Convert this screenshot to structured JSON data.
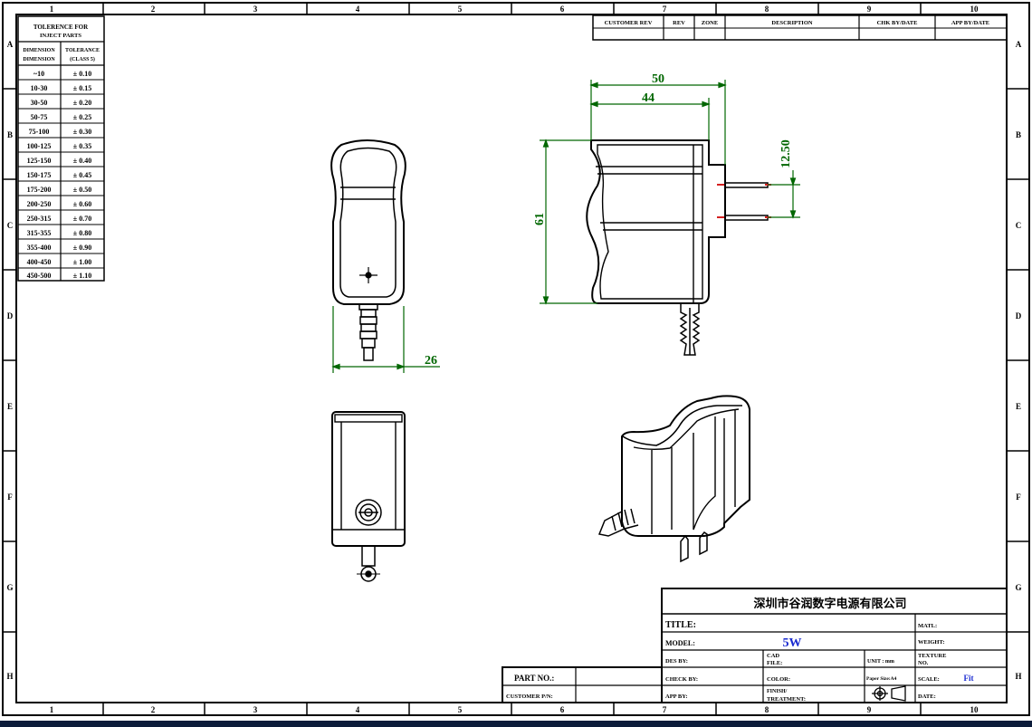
{
  "grid": {
    "columns": [
      "1",
      "2",
      "3",
      "4",
      "5",
      "6",
      "7",
      "8",
      "9",
      "10"
    ],
    "rows": [
      "A",
      "B",
      "C",
      "D",
      "E",
      "F",
      "G",
      "H"
    ]
  },
  "tolerance_table": {
    "title_line1": "TOLERENCE FOR",
    "title_line2": "INJECT PARTS",
    "header_dim_line1": "DIMENSION",
    "header_dim_line2": "DIMENSION",
    "header_tol_line1": "TOLERANCE",
    "header_tol_line2": "(CLASS 5)",
    "rows": [
      {
        "range": "~10",
        "tol": "± 0.10"
      },
      {
        "range": "10-30",
        "tol": "± 0.15"
      },
      {
        "range": "30-50",
        "tol": "± 0.20"
      },
      {
        "range": "50-75",
        "tol": "± 0.25"
      },
      {
        "range": "75-100",
        "tol": "± 0.30"
      },
      {
        "range": "100-125",
        "tol": "± 0.35"
      },
      {
        "range": "125-150",
        "tol": "± 0.40"
      },
      {
        "range": "150-175",
        "tol": "± 0.45"
      },
      {
        "range": "175-200",
        "tol": "± 0.50"
      },
      {
        "range": "200-250",
        "tol": "± 0.60"
      },
      {
        "range": "250-315",
        "tol": "± 0.70"
      },
      {
        "range": "315-355",
        "tol": "± 0.80"
      },
      {
        "range": "355-400",
        "tol": "± 0.90"
      },
      {
        "range": "400-450",
        "tol": "± 1.00"
      },
      {
        "range": "450-500",
        "tol": "± 1.10"
      }
    ]
  },
  "revision_block": {
    "customer_rev": "CUSTOMER REV",
    "rev": "REV",
    "zone": "ZONE",
    "description": "DESCRIPTION",
    "chk_by_date": "CHK BY/DATE",
    "app_by_date": "APP BY/DATE"
  },
  "dimensions": {
    "front_width": "26",
    "side_overall_width": "50",
    "side_body_width": "44",
    "side_height": "61",
    "pin_spacing": "12.50"
  },
  "title_block": {
    "company": "深圳市谷润数字电源有限公司",
    "title_label": "TITLE:",
    "title_value": "",
    "matl_label": "MATL:",
    "model_label": "MODEL:",
    "model_value": "5W",
    "weight_label": "WEIGHT:",
    "des_by_label": "DES BY:",
    "cad_file_label_line1": "CAD",
    "cad_file_label_line2": "FILE:",
    "unit_label": "UNIT : mm",
    "texture_no_line1": "TEXTURE",
    "texture_no_line2": "NO.",
    "part_no_label": "PART NO.:",
    "check_by_label": "CHECK BY:",
    "color_label": "COLOR:",
    "paper_size_label": "Paper Size:A4",
    "scale_label": "SCALE:",
    "scale_value": "Fit",
    "customer_pn_label": "CUSTOMER P/N:",
    "app_by_label": "APP BY:",
    "finish_line1": "FINISH/",
    "finish_line2": "TREATMENT:",
    "date_label": "DATE:"
  },
  "colors": {
    "line": "#000000",
    "dimension": "#006600",
    "model_text": "#1a2bd0",
    "pin_accent": "#d42020",
    "taskbar": "#0c1c3a"
  }
}
